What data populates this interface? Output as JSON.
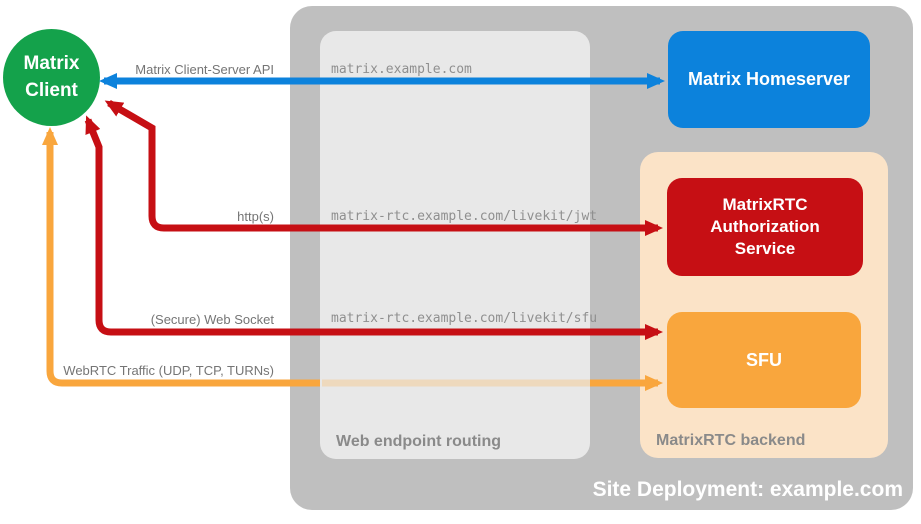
{
  "title": "Site Deployment diagram",
  "colors": {
    "site_container_gray": "#bfbfbf",
    "routing_box_gray": "#e8e8e8",
    "backend_container_peach": "#fbe3c7",
    "client_green": "#14a24b",
    "homeserver_blue": "#0c82dc",
    "auth_red": "#c60f14",
    "sfu_orange": "#f9a63d",
    "faint_orange_passthrough": "#eed9bd",
    "connection_label_gray": "#757575",
    "endpoint_text_gray": "#8f8f8f",
    "container_label_gray": "#8a8a8a"
  },
  "client": {
    "line1": "Matrix",
    "line2": "Client"
  },
  "nodes": {
    "homeserver": {
      "label": "Matrix Homeserver"
    },
    "auth": {
      "label": "MatrixRTC Authorization Service"
    },
    "sfu": {
      "label": "SFU"
    }
  },
  "containers": {
    "site": {
      "label": "Site Deployment: example.com"
    },
    "routing": {
      "label": "Web endpoint routing"
    },
    "backend": {
      "label": "MatrixRTC backend"
    }
  },
  "connections": [
    {
      "label": "Matrix Client-Server API",
      "endpoint": "matrix.example.com"
    },
    {
      "label": "http(s)",
      "endpoint": "matrix-rtc.example.com/livekit/jwt"
    },
    {
      "label": "(Secure) Web Socket",
      "endpoint": "matrix-rtc.example.com/livekit/sfu"
    },
    {
      "label": "WebRTC Traffic (UDP, TCP, TURNs)",
      "endpoint": ""
    }
  ]
}
